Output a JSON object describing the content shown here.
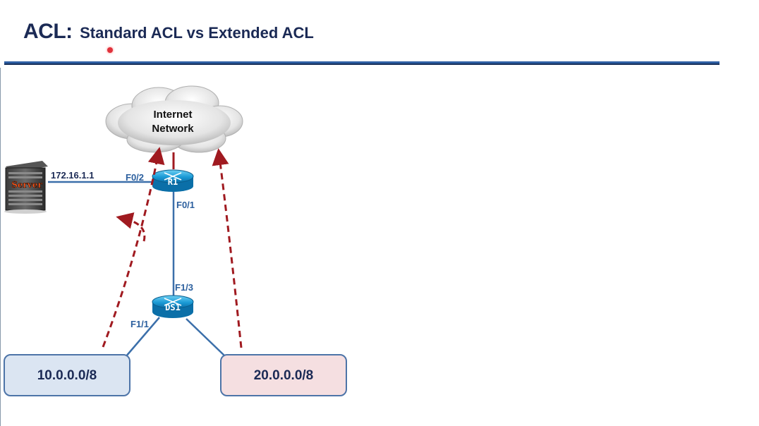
{
  "title": {
    "main": "ACL:",
    "sub": "Standard ACL vs Extended ACL"
  },
  "colors": {
    "title": "#1b2a55",
    "rule": "#2e5fa3",
    "link": "#3b6faa",
    "arrow": "#a01a20",
    "port_label": "#2b5f9e",
    "net_a_fill": "#dbe5f2",
    "net_b_fill": "#f5dfe1"
  },
  "diagram": {
    "cloud": {
      "line1": "Internet",
      "line2": "Network"
    },
    "server": {
      "label": "Server",
      "ip": "172.16.1.1"
    },
    "router": {
      "label": "R1",
      "port_server": "F0/2",
      "port_down": "F0/1"
    },
    "switch": {
      "label": "DS1",
      "port_up": "F1/3",
      "port_left": "F1/1"
    },
    "networks": [
      {
        "label": "10.0.0.0/8"
      },
      {
        "label": "20.0.0.0/8"
      }
    ]
  }
}
